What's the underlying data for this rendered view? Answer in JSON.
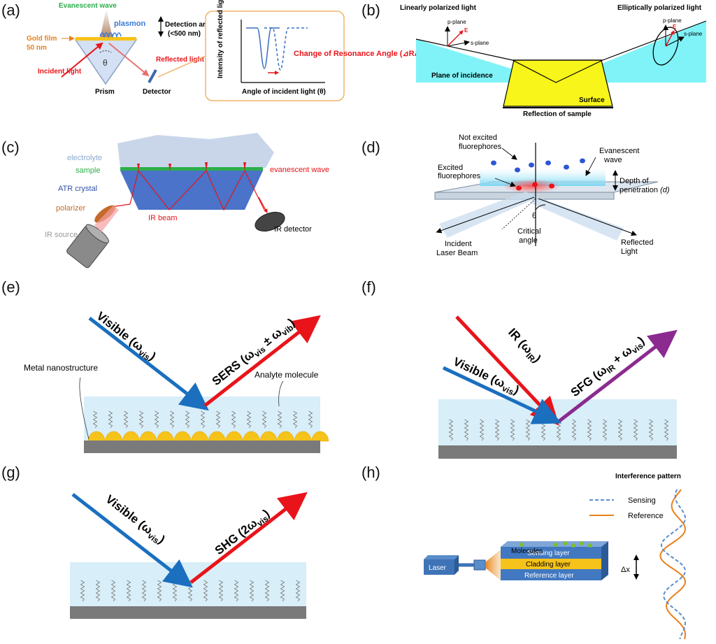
{
  "panels": {
    "a": {
      "label": "(a)",
      "evanescent_wave": "Evanescent wave",
      "plasmon": "plasmon",
      "detection_area": "Detection area",
      "detection_size": "(<500 nm)",
      "gold_film": "Gold film",
      "gold_thickness": "50 nm",
      "incident_light": "Incident light",
      "reflected_light": "Reflected light",
      "theta": "θ",
      "prism": "Prism",
      "detector": "Detector",
      "y_axis": "Intensity of reflected light",
      "x_axis": "Angle of incident light (θ)",
      "change_note": "Change of Resonance Angle (⊿RA)"
    },
    "b": {
      "label": "(b)",
      "linear": "Linearly polarized light",
      "elliptical": "Elliptically polarized light",
      "p_plane": "p-plane",
      "s_plane": "s-plane",
      "e_field": "E",
      "plane_incidence": "Plane of incidence",
      "surface": "Surface",
      "reflection": "Reflection of sample"
    },
    "c": {
      "label": "(c)",
      "electrolyte": "electrolyte",
      "sample": "sample",
      "atr": "ATR crystal",
      "polarizer": "polarizer",
      "ir_source": "IR source",
      "ir_beam": "IR beam",
      "evanescent": "evanescent wave",
      "ir_detector": "IR detector"
    },
    "d": {
      "label": "(d)",
      "not_excited": "Not excited fluorephores",
      "evanescent": "Evanescent wave",
      "excited": "Excited fluorephores",
      "depth": "Depth of penetration",
      "depth_sym": "(d)",
      "theta": "θ",
      "critical": "Critical angle",
      "incident": "Incident Laser Beam",
      "reflected": "Reflected Light"
    },
    "e": {
      "label": "(e)",
      "visible": "Visible",
      "visible_sym": "(ω",
      "visible_sub": "vis",
      "sers": "SERS (ω",
      "sers_sub1": "vis",
      "sers_pm": " ± ω",
      "sers_sub2": "vib",
      "metal": "Metal nanostructure",
      "analyte": "Analyte molecule"
    },
    "f": {
      "label": "(f)",
      "ir": "IR (ω",
      "ir_sub": "IR",
      "visible": "Visible (ω",
      "visible_sub": "vis",
      "sfg": "SFG (ω",
      "sfg_sub1": "IR",
      "sfg_plus": " + ω",
      "sfg_sub2": "vis"
    },
    "g": {
      "label": "(g)",
      "visible": "Visible (ω",
      "visible_sub": "vis",
      "shg": "SHG (2ω",
      "shg_sub": "vis"
    },
    "h": {
      "label": "(h)",
      "title": "Interference pattern",
      "sensing": "Sensing",
      "reference": "Reference",
      "molecules": "Molecules",
      "sensing_layer": "Sensing layer",
      "cladding_layer": "Cladding layer",
      "reference_layer": "Reference layer",
      "laser": "Laser",
      "delta": "Δx"
    }
  },
  "colors": {
    "blue_beam": "#1a6fbf",
    "red_beam": "#e8141a",
    "purple_beam": "#8b2a8f",
    "slab": "#d8eef8",
    "substrate": "#7a7a7a",
    "gold": "#f6c31a",
    "cyan": "#7ff3f7",
    "yellow": "#f8f51a",
    "atr": "#4a73c9",
    "electrolyte": "#c9d6ea",
    "sample_green": "#2cae4a",
    "orange": "#e8811a"
  }
}
